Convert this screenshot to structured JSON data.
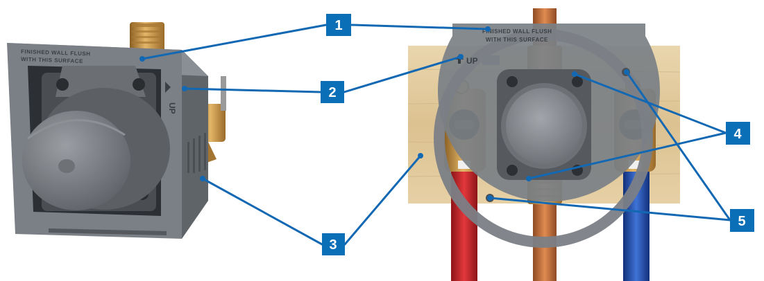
{
  "figure": {
    "panel_left": "valve-body-with-guard-perspective",
    "panel_right": "valve-installed-front-view",
    "colors": {
      "callout_fill": "#0b6fb8",
      "leader_line": "#1268b3",
      "guard_plastic": "#7b8086",
      "brass": "#c7964a",
      "copper": "#c4733e",
      "wood": "#e3cca2",
      "hot_pipe": "#c4242a",
      "cold_pipe": "#1f4fa8"
    }
  },
  "plaster_guard_text": {
    "line1": "FINISHED WALL FLUSH",
    "line2": "WITH THIS SURFACE",
    "up_label": "UP"
  },
  "callouts": [
    {
      "label": "1"
    },
    {
      "label": "2"
    },
    {
      "label": "3"
    },
    {
      "label": "4"
    },
    {
      "label": "5"
    }
  ]
}
